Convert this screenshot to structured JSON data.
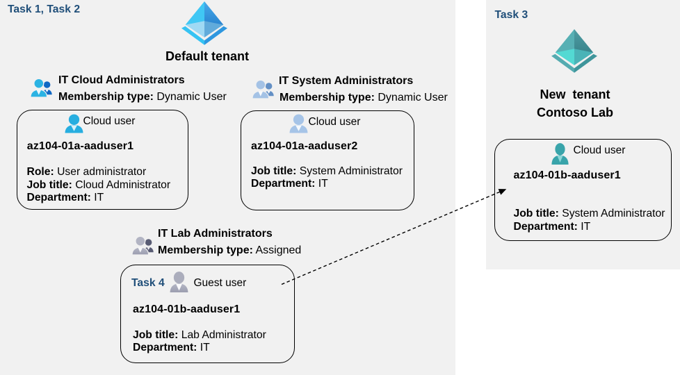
{
  "page": {
    "background": "#FFFFFF",
    "panel_color": "#F1F1F1",
    "accent_color": "#1F4E79",
    "card_border_color": "#000000"
  },
  "default_tenant": {
    "tasks_label": "Task 1, Task 2",
    "tenant_icon": "azure-ad-tenant-icon-blue",
    "tenant_name": "Default tenant",
    "groups": [
      {
        "icon": "group-people-icon-cyan-blue",
        "title": "IT Cloud Administrators",
        "membership_label": "Membership type:",
        "membership_value": "Dynamic User"
      },
      {
        "icon": "group-people-icon-pale-blue",
        "title": "IT System Administrators",
        "membership_label": "Membership type:",
        "membership_value": "Dynamic User"
      },
      {
        "icon": "group-people-icon-gray",
        "title": "IT Lab Administrators",
        "membership_label": "Membership type:",
        "membership_value": "Assigned"
      }
    ],
    "cards": [
      {
        "icon": "user-icon-cyan",
        "user_type": "Cloud user",
        "username": "az104-01a-aaduser1",
        "fields": [
          {
            "label": "Role:",
            "value": "User administrator"
          },
          {
            "label": "Job title:",
            "value": "Cloud Administrator"
          },
          {
            "label": "Department:",
            "value": "IT"
          }
        ]
      },
      {
        "icon": "user-icon-pale-blue",
        "user_type": "Cloud user",
        "username": "az104-01a-aaduser2",
        "fields": [
          {
            "label": "Job title:",
            "value": "System Administrator"
          },
          {
            "label": "Department:",
            "value": "IT"
          }
        ]
      },
      {
        "task_label": "Task 4",
        "icon": "user-icon-gray",
        "user_type": "Guest user",
        "username": "az104-01b-aaduser1",
        "fields": [
          {
            "label": "Job title:",
            "value": "Lab Administrator"
          },
          {
            "label": "Department:",
            "value": "IT"
          }
        ]
      }
    ]
  },
  "new_tenant": {
    "task_label": "Task 3",
    "tenant_icon": "azure-ad-tenant-icon-teal",
    "tenant_name_line1": "New  tenant",
    "tenant_name_line2": "Contoso Lab",
    "card": {
      "icon": "user-icon-teal",
      "user_type": "Cloud user",
      "username": "az104-01b-aaduser1",
      "fields": [
        {
          "label": "Job title:",
          "value": "System Administrator"
        },
        {
          "label": "Department:",
          "value": "IT"
        }
      ]
    }
  },
  "arrow": {
    "style": "dashed",
    "from": "guest-user-card",
    "to": "new-tenant-user-card"
  }
}
